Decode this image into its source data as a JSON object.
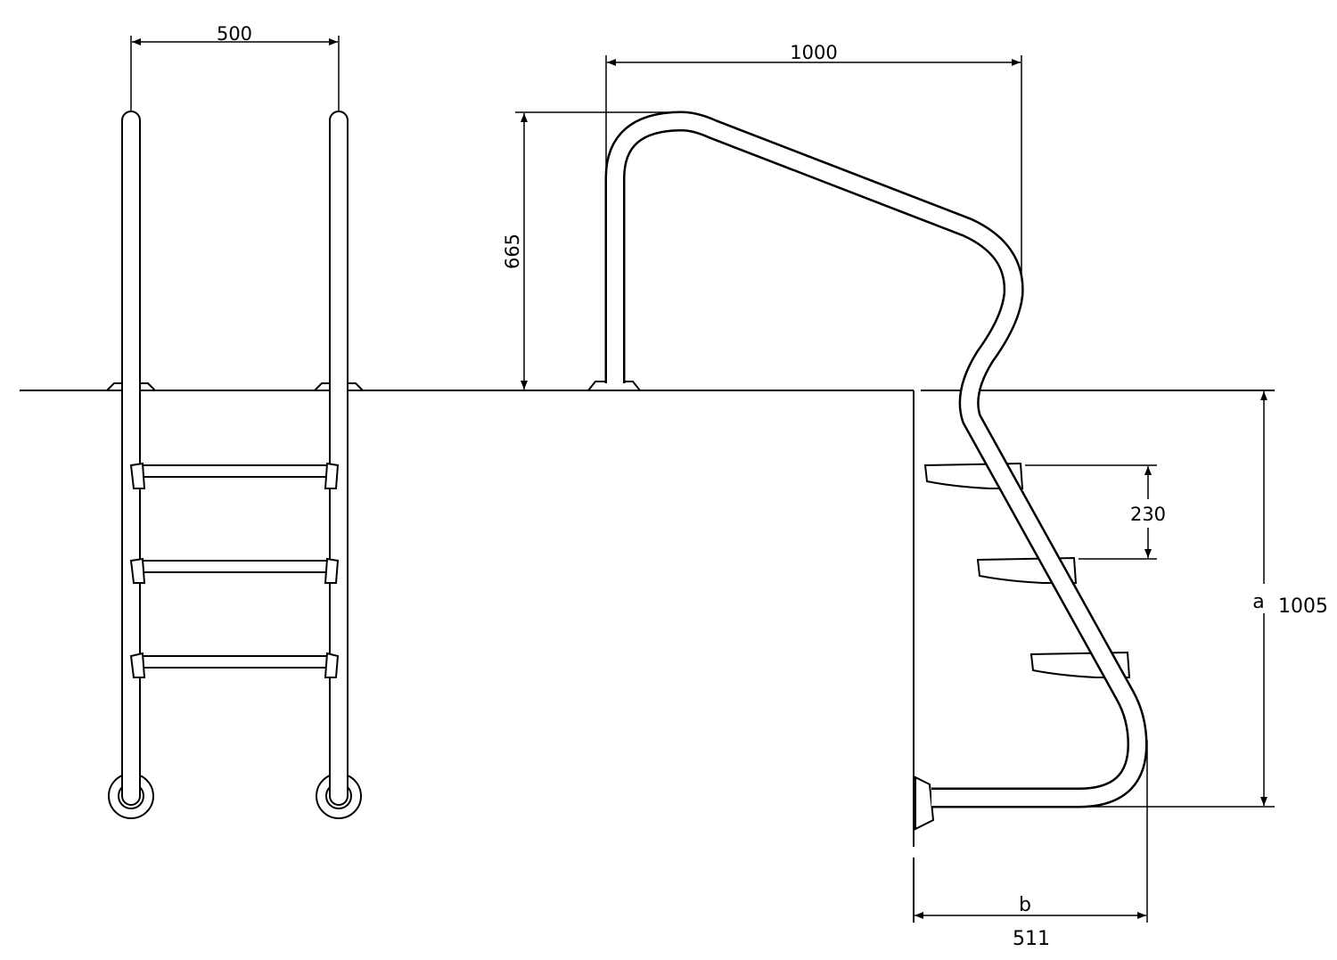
{
  "title": "Pool ladder technical drawing",
  "dimensions": {
    "front_width": "500",
    "handrail_width": "1000",
    "handrail_height": "665",
    "step_spacing": "230",
    "depth_label": "a",
    "depth_value": "1005",
    "reach_label": "b",
    "reach_value": "511"
  },
  "colors": {
    "line": "#000000",
    "background": "#ffffff"
  }
}
